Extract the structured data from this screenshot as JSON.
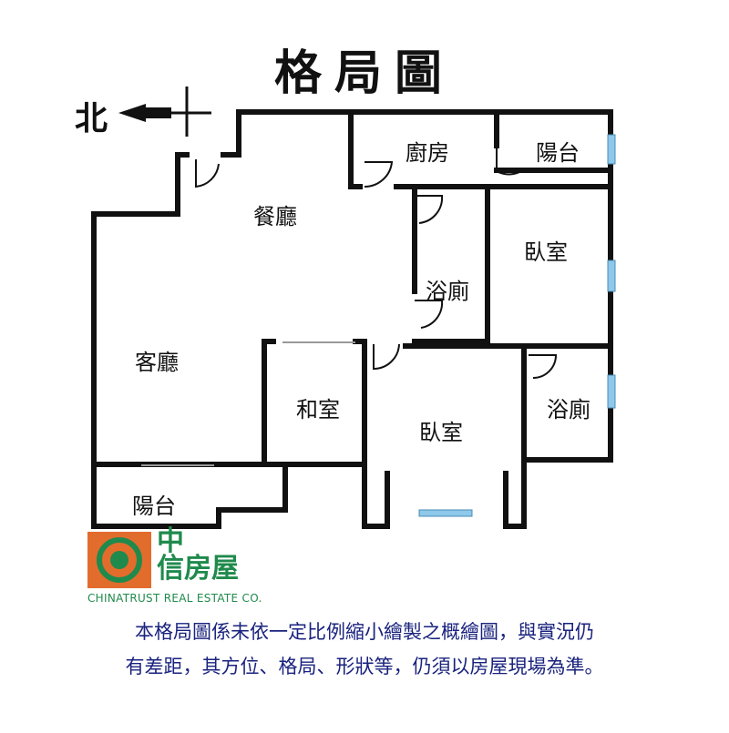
{
  "title": "格局圖",
  "compass": {
    "north_label": "北"
  },
  "rooms": {
    "dining": "餐廳",
    "kitchen": "廚房",
    "balcony_top": "陽台",
    "bedroom_right": "臥室",
    "bathroom_center": "浴廁",
    "living": "客廳",
    "japanese_room": "和室",
    "bedroom_bottom": "臥室",
    "bathroom_right": "浴廁",
    "balcony_bottom": "陽台"
  },
  "brand": {
    "name_line1": "中",
    "name_line2": "信房屋",
    "english": "CHINATRUST REAL ESTATE CO."
  },
  "disclaimer": {
    "line1": "本格局圖係未依一定比例縮小繪製之概繪圖，與實況仍",
    "line2": "有差距，其方位、格局、形狀等，仍須以房屋現場為準。"
  },
  "colors": {
    "wall": "#111111",
    "window": "#8ec8ea",
    "logo_orange": "#e26c2c",
    "logo_green": "#1f8a4c",
    "disclaimer": "#1a237e"
  }
}
